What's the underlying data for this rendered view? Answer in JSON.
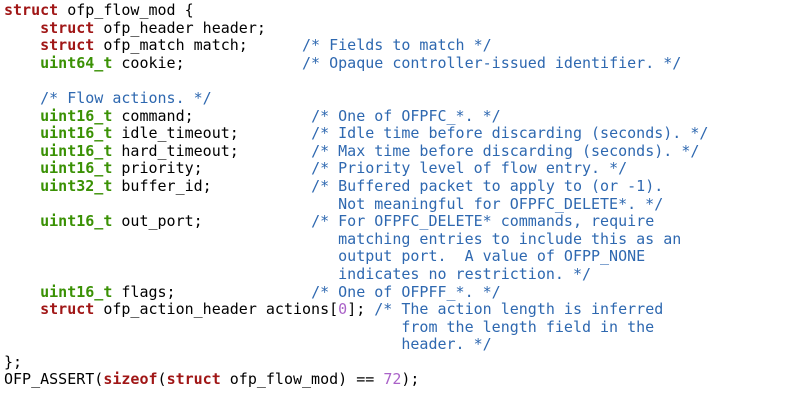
{
  "editor": {
    "language": "c",
    "description": "OpenFlow struct ofp_flow_mod definition code listing",
    "colors": {
      "background": "#ffffff",
      "plain": "#000000",
      "keyword": "#a01616",
      "type": "#3a9104",
      "comment": "#2e68b0",
      "number": "#aa62c8"
    },
    "lines": [
      [
        {
          "text": "struct",
          "type": "keyword"
        },
        {
          "text": " ofp_flow_mod {",
          "type": "plain"
        }
      ],
      [
        {
          "text": "    ",
          "type": "plain"
        },
        {
          "text": "struct",
          "type": "keyword"
        },
        {
          "text": " ofp_header header;",
          "type": "plain"
        }
      ],
      [
        {
          "text": "    ",
          "type": "plain"
        },
        {
          "text": "struct",
          "type": "keyword"
        },
        {
          "text": " ofp_match match;      ",
          "type": "plain"
        },
        {
          "text": "/* Fields to match */",
          "type": "comment"
        }
      ],
      [
        {
          "text": "    ",
          "type": "plain"
        },
        {
          "text": "uint64_t",
          "type": "type"
        },
        {
          "text": " cookie;             ",
          "type": "plain"
        },
        {
          "text": "/* Opaque controller-issued identifier. */",
          "type": "comment"
        }
      ],
      [
        {
          "text": "",
          "type": "plain"
        }
      ],
      [
        {
          "text": "    ",
          "type": "plain"
        },
        {
          "text": "/* Flow actions. */",
          "type": "comment"
        }
      ],
      [
        {
          "text": "    ",
          "type": "plain"
        },
        {
          "text": "uint16_t",
          "type": "type"
        },
        {
          "text": " command;             ",
          "type": "plain"
        },
        {
          "text": "/* One of OFPFC_*. */",
          "type": "comment"
        }
      ],
      [
        {
          "text": "    ",
          "type": "plain"
        },
        {
          "text": "uint16_t",
          "type": "type"
        },
        {
          "text": " idle_timeout;        ",
          "type": "plain"
        },
        {
          "text": "/* Idle time before discarding (seconds). */",
          "type": "comment"
        }
      ],
      [
        {
          "text": "    ",
          "type": "plain"
        },
        {
          "text": "uint16_t",
          "type": "type"
        },
        {
          "text": " hard_timeout;        ",
          "type": "plain"
        },
        {
          "text": "/* Max time before discarding (seconds). */",
          "type": "comment"
        }
      ],
      [
        {
          "text": "    ",
          "type": "plain"
        },
        {
          "text": "uint16_t",
          "type": "type"
        },
        {
          "text": " priority;            ",
          "type": "plain"
        },
        {
          "text": "/* Priority level of flow entry. */",
          "type": "comment"
        }
      ],
      [
        {
          "text": "    ",
          "type": "plain"
        },
        {
          "text": "uint32_t",
          "type": "type"
        },
        {
          "text": " buffer_id;           ",
          "type": "plain"
        },
        {
          "text": "/* Buffered packet to apply to (or -1).",
          "type": "comment"
        }
      ],
      [
        {
          "text": "                                     Not meaningful for OFPFC_DELETE*. */",
          "type": "comment"
        }
      ],
      [
        {
          "text": "    ",
          "type": "plain"
        },
        {
          "text": "uint16_t",
          "type": "type"
        },
        {
          "text": " out_port;            ",
          "type": "plain"
        },
        {
          "text": "/* For OFPFC_DELETE* commands, require",
          "type": "comment"
        }
      ],
      [
        {
          "text": "                                     matching entries to include this as an",
          "type": "comment"
        }
      ],
      [
        {
          "text": "                                     output port.  A value of OFPP_NONE",
          "type": "comment"
        }
      ],
      [
        {
          "text": "                                     indicates no restriction. */",
          "type": "comment"
        }
      ],
      [
        {
          "text": "    ",
          "type": "plain"
        },
        {
          "text": "uint16_t",
          "type": "type"
        },
        {
          "text": " flags;               ",
          "type": "plain"
        },
        {
          "text": "/* One of OFPFF_*. */",
          "type": "comment"
        }
      ],
      [
        {
          "text": "    ",
          "type": "plain"
        },
        {
          "text": "struct",
          "type": "keyword"
        },
        {
          "text": " ofp_action_header actions[",
          "type": "plain"
        },
        {
          "text": "0",
          "type": "number"
        },
        {
          "text": "]; ",
          "type": "plain"
        },
        {
          "text": "/* The action length is inferred",
          "type": "comment"
        }
      ],
      [
        {
          "text": "                                            from the length field in the",
          "type": "comment"
        }
      ],
      [
        {
          "text": "                                            header. */",
          "type": "comment"
        }
      ],
      [
        {
          "text": "};",
          "type": "plain"
        }
      ],
      [
        {
          "text": "OFP_ASSERT(",
          "type": "plain"
        },
        {
          "text": "sizeof",
          "type": "keyword"
        },
        {
          "text": "(",
          "type": "plain"
        },
        {
          "text": "struct",
          "type": "keyword"
        },
        {
          "text": " ofp_flow_mod) == ",
          "type": "plain"
        },
        {
          "text": "72",
          "type": "number"
        },
        {
          "text": ");",
          "type": "plain"
        }
      ]
    ]
  }
}
